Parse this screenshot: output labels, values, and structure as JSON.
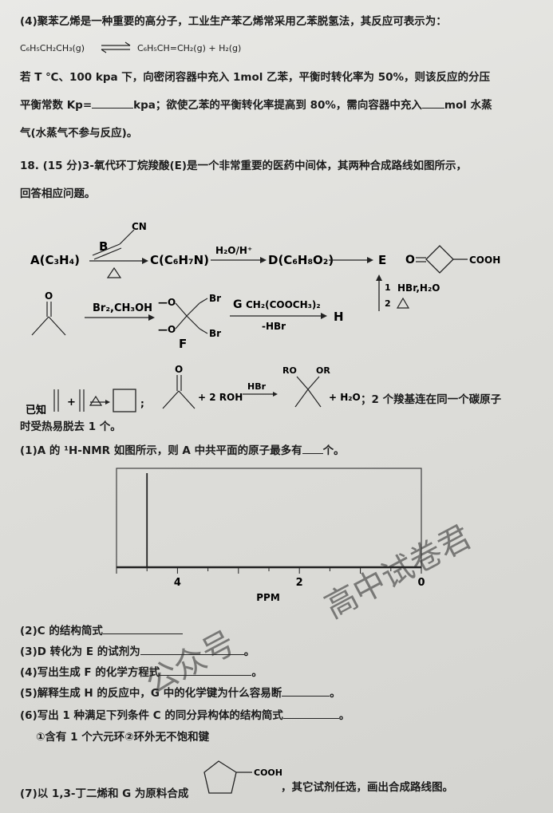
{
  "q4": {
    "line1": "(4)聚苯乙烯是一种重要的高分子，工业生产苯乙烯常采用乙苯脱氢法，其反应可表示为：",
    "eq_left": "C₆H₅CH₂CH₃(g)",
    "eq_right": "C₆H₅CH=CH₂(g) + H₂(g)",
    "line3": "若 T ℃、100 kpa 下，向密闭容器中充入 1mol 乙苯，平衡时转化率为 50%，则该反应的分压",
    "line4a": "平衡常数 Kp=",
    "line4b": "kpa；欲使乙苯的平衡转化率提高到 80%，需向容器中充入",
    "line4c": "mol 水蒸",
    "line5": "气(水蒸气不参与反应)。"
  },
  "q18": {
    "header1": "18. (15 分)3-氧代环丁烷羧酸(E)是一个非常重要的医药中间体，其两种合成路线如图所示，",
    "header2": "回答相应问题。"
  },
  "scheme": {
    "A": "A(C₃H₄)",
    "B": "B",
    "CN": "CN",
    "C": "C(C₆H₇N)",
    "reagent_h2o": "H₂O/H⁺",
    "D": "D(C₆H₈O₂)",
    "E": "E",
    "O_eq": "O",
    "COOH": "COOH",
    "step_label_1": "1",
    "step_label_2": "2",
    "hbr_h2o": "HBr,H₂O",
    "ketone_O": "O",
    "br2": "Br₂,CH₃OH",
    "ether1": "—O",
    "ether2": "—O",
    "br_top": "Br",
    "br_bot": "Br",
    "F": "F",
    "G": "G",
    "g_reagent": "CH₂(COOCH₃)₂",
    "minus_hbr": "-HBr",
    "H": "H"
  },
  "known": {
    "label": "已知",
    "plus1": "+",
    "plus2": "+ 2 ROH",
    "hbr": "HBr",
    "RO": "RO",
    "OR": "OR",
    "water": "+ H₂O",
    "ketone_O": "O",
    "note": "；2 个羧基连在同一个碳原子",
    "note2": "时受热易脱去 1 个。"
  },
  "questions": {
    "q1": "(1)A 的 ¹H-NMR 如图所示，则 A 中共平面的原子最多有",
    "q1_tail": "个。",
    "q2": "(2)C 的结构简式",
    "q3": "(3)D 转化为 E 的试剂为",
    "q4": "(4)写出生成 F 的化学方程式",
    "q5": "(5)解释生成 H 的反应中，G 中的化学键为什么容易断",
    "q6": "(6)写出 1 种满足下列条件 C 的同分异构体的结构简式",
    "q6_cond": "①含有 1 个六元环②环外无不饱和键",
    "q7a": "(7)以 1,3-丁二烯和 G 为原料合成",
    "q7_cooh": "COOH",
    "q7b": "，其它试剂任选，画出合成路线图。"
  },
  "nmr": {
    "tick_4": "4",
    "tick_2": "2",
    "tick_0": "0",
    "xlabel": "PPM",
    "peak_ppm": 4.5,
    "axis_range": [
      5.0,
      0
    ]
  },
  "watermark": {
    "text1": "公众号",
    "text2": "高中试卷君"
  }
}
